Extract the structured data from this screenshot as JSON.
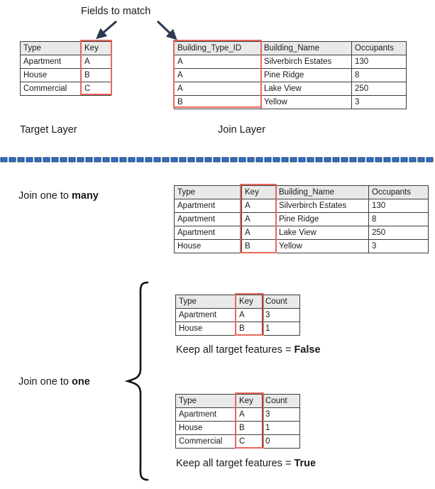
{
  "page": {
    "heading": "Fields to match",
    "target_layer_label": "Target Layer",
    "join_layer_label": "Join Layer",
    "accent_red": "#e8675c",
    "divider_blue": "#2f6fc4",
    "header_gray": "#e9e9e9",
    "text_color": "#1a1a1a"
  },
  "target_table": {
    "name": "Target Layer table",
    "headers": [
      "Type",
      "Key"
    ],
    "rows": [
      [
        "Apartment",
        "A"
      ],
      [
        "House",
        "B"
      ],
      [
        "Commercial",
        "C"
      ]
    ],
    "highlight_column": "Key"
  },
  "join_table": {
    "name": "Join Layer table",
    "headers": [
      "Building_Type_ID",
      "Building_Name",
      "Occupants"
    ],
    "rows": [
      [
        "A",
        "Silverbirch Estates",
        "130"
      ],
      [
        "A",
        "Pine Ridge",
        "8"
      ],
      [
        "A",
        "Lake View",
        "250"
      ],
      [
        "B",
        "Yellow",
        "3"
      ]
    ],
    "highlight_column": "Building_Type_ID"
  },
  "one_to_many": {
    "caption_prefix": "Join one to ",
    "caption_emphasis": "many",
    "headers": [
      "Type",
      "Key",
      "Building_Name",
      "Occupants"
    ],
    "rows": [
      [
        "Apartment",
        "A",
        "Silverbirch Estates",
        "130"
      ],
      [
        "Apartment",
        "A",
        "Pine Ridge",
        "8"
      ],
      [
        "Apartment",
        "A",
        "Lake View",
        "250"
      ],
      [
        "House",
        "B",
        "Yellow",
        "3"
      ]
    ],
    "highlight_column": "Key"
  },
  "one_to_one": {
    "caption_prefix": "Join one to ",
    "caption_emphasis": "one",
    "false_case": {
      "headers": [
        "Type",
        "Key",
        "Count"
      ],
      "rows": [
        [
          "Apartment",
          "A",
          "3"
        ],
        [
          "House",
          "B",
          "1"
        ]
      ],
      "caption_prefix": "Keep all target features = ",
      "caption_emphasis": "False",
      "highlight_column": "Key"
    },
    "true_case": {
      "headers": [
        "Type",
        "Key",
        "Count"
      ],
      "rows": [
        [
          "Apartment",
          "A",
          "3"
        ],
        [
          "House",
          "B",
          "1"
        ],
        [
          "Commercial",
          "C",
          "0"
        ]
      ],
      "caption_prefix": "Keep all target features = ",
      "caption_emphasis": "True",
      "highlight_column": "Key"
    }
  },
  "annotations": {
    "left_arrow_name": "arrow-to-target-key",
    "right_arrow_name": "arrow-to-join-key",
    "brace_name": "curly-brace"
  }
}
